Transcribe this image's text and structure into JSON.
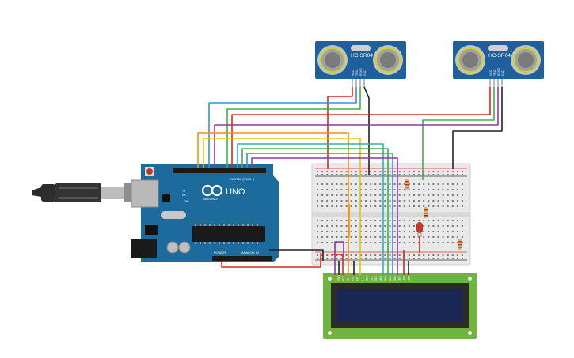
{
  "sensors": [
    {
      "model_label": "HC-SR04",
      "pin_labels": [
        "VCC",
        "TRIG",
        "ECHO",
        "GND"
      ]
    },
    {
      "model_label": "HC-SR04",
      "pin_labels": [
        "VCC",
        "TRIG",
        "ECHO",
        "GND"
      ]
    }
  ],
  "arduino": {
    "brand_label": "ARDUINO",
    "model_label": "UNO",
    "digital_header_label": "DIGITAL (PWM~)",
    "power_header_label": "POWER",
    "analog_header_label": "ANALOG IN",
    "tx_label": "TX",
    "rx_label": "RX",
    "on_label": "ON",
    "l_label": "L"
  },
  "lcd": {
    "pin_labels": [
      "GND",
      "VCC",
      "V0",
      "RS",
      "RW",
      "E",
      "DB0",
      "DB1",
      "DB2",
      "DB3",
      "DB4",
      "DB5",
      "DB6",
      "DB7",
      "LED",
      "LED"
    ]
  },
  "colors": {
    "wire_red": "#d52b1e",
    "wire_black": "#222222",
    "wire_orange": "#f29111",
    "wire_yellow": "#e5c700",
    "wire_green": "#3eb14a",
    "wire_blue": "#3592d1",
    "wire_purple": "#8a3aa0",
    "wire_teal": "#2cb3b0",
    "arduino_blue": "#1c6b9c",
    "sensor_blue": "#1f5f9c",
    "lcd_green": "#6fb43f",
    "lcd_screen": "#1a2755"
  }
}
